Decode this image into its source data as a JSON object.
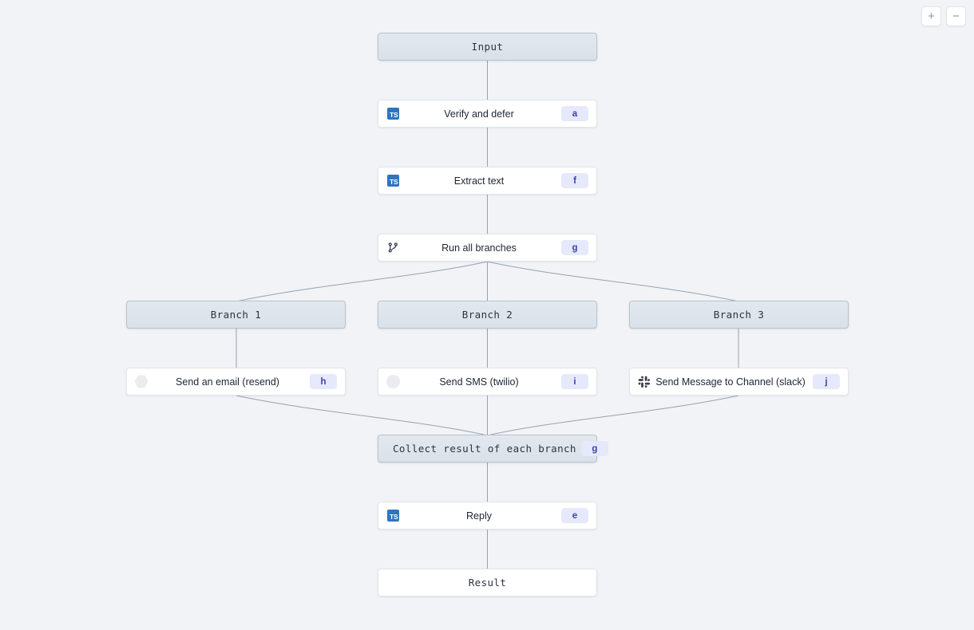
{
  "toolbar": {
    "zoom_in_label": "+",
    "zoom_in_name": "plus-icon",
    "zoom_out_label": "−",
    "zoom_out_name": "minus-icon"
  },
  "graph": {
    "title": "workflow-graph",
    "edge_color": "#9aa2ad",
    "accent_badge_bg": "#e6e9fb",
    "accent_badge_fg": "#3f3fa8",
    "sys_node_bg": "#dde4eb",
    "nodes": [
      {
        "id": "input",
        "label": "Input",
        "kind": "sys",
        "icon": "",
        "badge": ""
      },
      {
        "id": "verify",
        "label": "Verify and defer",
        "kind": "step",
        "icon": "ts-icon",
        "badge": "a"
      },
      {
        "id": "extract",
        "label": "Extract text",
        "kind": "step",
        "icon": "ts-icon",
        "badge": "f"
      },
      {
        "id": "runall",
        "label": "Run all branches",
        "kind": "step",
        "icon": "branch-icon",
        "badge": "g"
      },
      {
        "id": "branch1",
        "label": "Branch 1",
        "kind": "sys",
        "icon": "",
        "badge": ""
      },
      {
        "id": "branch2",
        "label": "Branch 2",
        "kind": "sys",
        "icon": "",
        "badge": ""
      },
      {
        "id": "branch3",
        "label": "Branch 3",
        "kind": "sys",
        "icon": "",
        "badge": ""
      },
      {
        "id": "email",
        "label": "Send an email (resend)",
        "kind": "step",
        "icon": "resend-icon",
        "badge": "h"
      },
      {
        "id": "sms",
        "label": "Send SMS (twilio)",
        "kind": "step",
        "icon": "twilio-icon",
        "badge": "i"
      },
      {
        "id": "slack",
        "label": "Send Message to Channel (slack)",
        "kind": "step",
        "icon": "slack-icon",
        "badge": "j"
      },
      {
        "id": "collect",
        "label": "Collect result of each branch",
        "kind": "collect",
        "icon": "",
        "badge": "g"
      },
      {
        "id": "reply",
        "label": "Reply",
        "kind": "step",
        "icon": "ts-icon",
        "badge": "e"
      },
      {
        "id": "result",
        "label": "Result",
        "kind": "plain",
        "icon": "",
        "badge": ""
      }
    ]
  }
}
